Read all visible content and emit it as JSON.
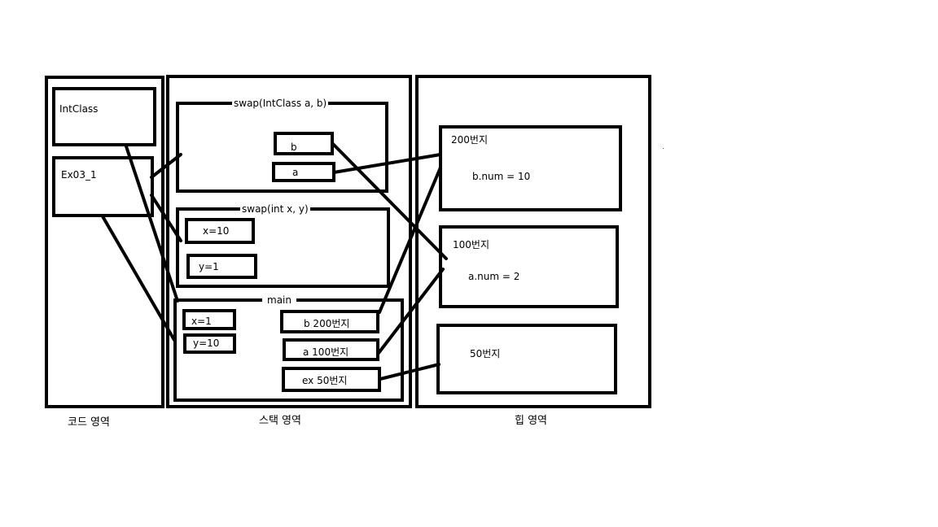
{
  "regions": {
    "code": "코드 영역",
    "stack": "스택 영역",
    "heap": "힙 영역"
  },
  "code_area": {
    "intclass": "IntClass",
    "ex03": "Ex03_1"
  },
  "stack_area": {
    "swap_obj_title": "swap(IntClass a, b)",
    "swap_obj_b": "b",
    "swap_obj_a": "a",
    "swap_int_title": "swap(int x,      y)",
    "swap_int_x": "x=10",
    "swap_int_y": "y=1",
    "main_title": "main",
    "main_x": "x=1",
    "main_y": "y=10",
    "main_b": "b 200번지",
    "main_a": "a 100번지",
    "main_ex": "ex 50번지"
  },
  "heap_area": {
    "h200_label": "200번지",
    "h200_value": "b.num  =  10",
    "h100_label": "100번지",
    "h100_value": "a.num  =  2",
    "h50_label": "50번지"
  },
  "colors": {
    "stroke": "#000000",
    "background": "#ffffff"
  }
}
